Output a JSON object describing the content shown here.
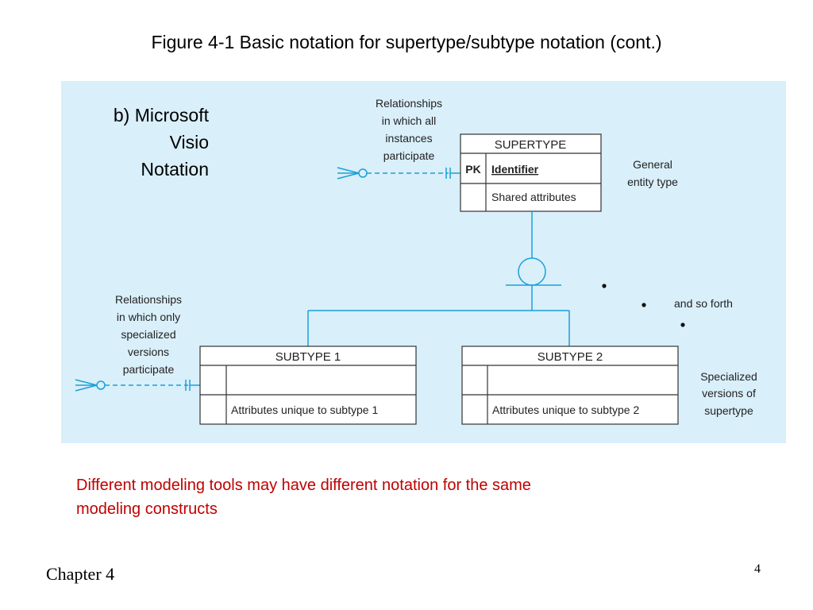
{
  "slide": {
    "title": "Figure 4-1 Basic notation for supertype/subtype notation (cont.)",
    "notation_label": [
      "b) Microsoft",
      "Visio",
      "Notation"
    ],
    "note": [
      "Different modeling tools may have different notation for the same",
      "modeling constructs"
    ],
    "footer": "Chapter 4",
    "page_number": "4"
  },
  "diagram": {
    "supertype": {
      "name": "SUPERTYPE",
      "pk_label": "PK",
      "identifier": "Identifier",
      "shared_attributes": "Shared attributes"
    },
    "subtype1": {
      "name": "SUBTYPE 1",
      "attributes": "Attributes unique to subtype 1"
    },
    "subtype2": {
      "name": "SUBTYPE 2",
      "attributes": "Attributes unique to subtype 2"
    },
    "annotations": {
      "all_instances": [
        "Relationships",
        "in which all",
        "instances",
        "participate"
      ],
      "specialized_only": [
        "Relationships",
        "in which only",
        "specialized",
        "versions",
        "participate"
      ],
      "general_entity": [
        "General",
        "entity type"
      ],
      "specialized_versions": [
        "Specialized",
        "versions of",
        "supertype"
      ],
      "and_so_forth": "and so forth"
    }
  },
  "colors": {
    "panel_background": "#d9effa",
    "connector": "#1aa0d8",
    "note_text": "#c00000"
  }
}
